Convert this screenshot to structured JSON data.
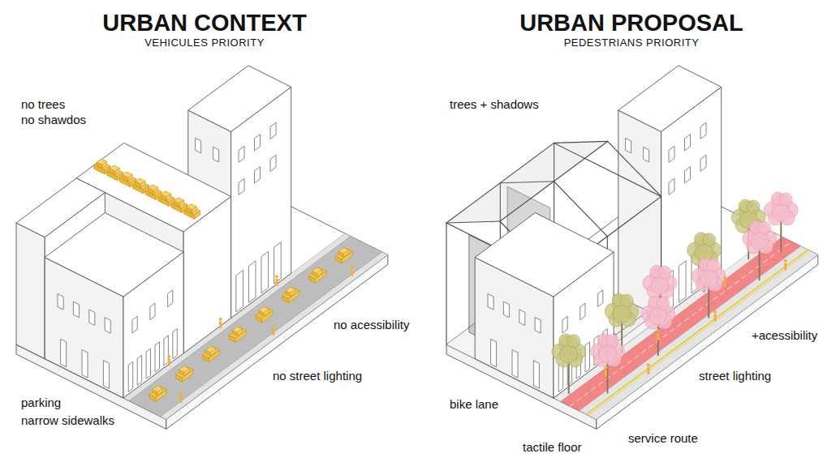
{
  "diagram": {
    "labels": [
      "URBAN CONTEXT",
      "VEHICULES PRIORITY",
      "no trees",
      "no shawdos",
      "parking",
      "narrow sidewalks",
      "no acessibility",
      "no street lighting",
      "URBAN PROPOSAL",
      "PEDESTRIANS PRIORITY",
      "trees + shadows",
      "+acessibility",
      "bike lane",
      "street lighting",
      "tactile floor",
      "service route"
    ]
  }
}
